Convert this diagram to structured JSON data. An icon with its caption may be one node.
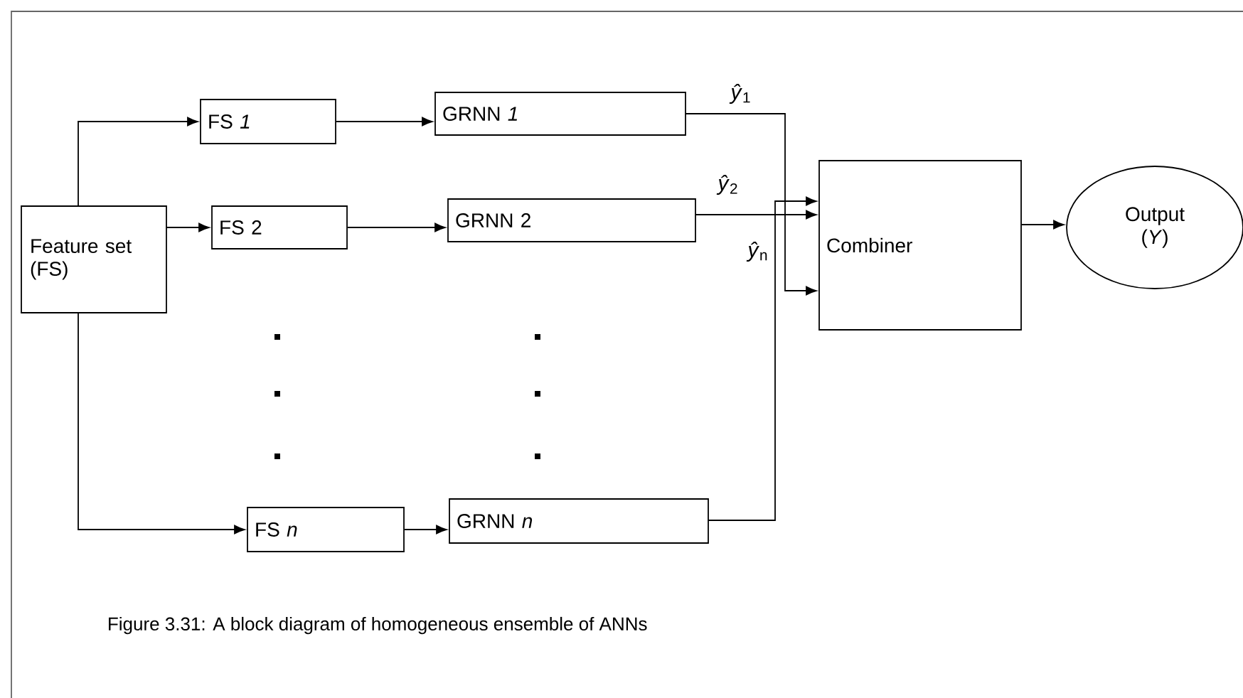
{
  "diagram": {
    "caption": "Figure 3.31: A block diagram of homogeneous ensemble of ANNs",
    "nodes": [
      {
        "text": [
          "Feature set (FS)"
        ]
      },
      {
        "text": [
          "FS *1*"
        ]
      },
      {
        "text": [
          "GRNN *1*"
        ]
      },
      {
        "text": [
          "FS 2"
        ]
      },
      {
        "text": [
          "GRNN 2"
        ]
      },
      {
        "text": [
          "FS *n*"
        ]
      },
      {
        "text": [
          "GRNN *n*"
        ]
      },
      {
        "text": [
          "Combiner"
        ]
      },
      {
        "text": [
          "Output (*Y*)"
        ]
      }
    ],
    "edges": [
      {
        "from": 0,
        "to": 1,
        "arrow": "to"
      },
      {
        "from": 0,
        "to": 3,
        "arrow": "to"
      },
      {
        "from": 0,
        "to": 5,
        "arrow": "to"
      },
      {
        "from": 1,
        "to": 2,
        "arrow": "to"
      },
      {
        "from": 3,
        "to": 4,
        "arrow": "to"
      },
      {
        "from": 5,
        "to": 6,
        "arrow": "to"
      },
      {
        "from": 2,
        "to": 7,
        "arrow": "to",
        "label": "*ŷ*$_{1}$"
      },
      {
        "from": 4,
        "to": 7,
        "arrow": "to",
        "label": "*ŷ*$_{2}$"
      },
      {
        "from": 6,
        "to": 7,
        "arrow": "to",
        "label": "*ŷ*$_{n}$"
      },
      {
        "from": 7,
        "to": 8,
        "arrow": "to"
      }
    ]
  }
}
